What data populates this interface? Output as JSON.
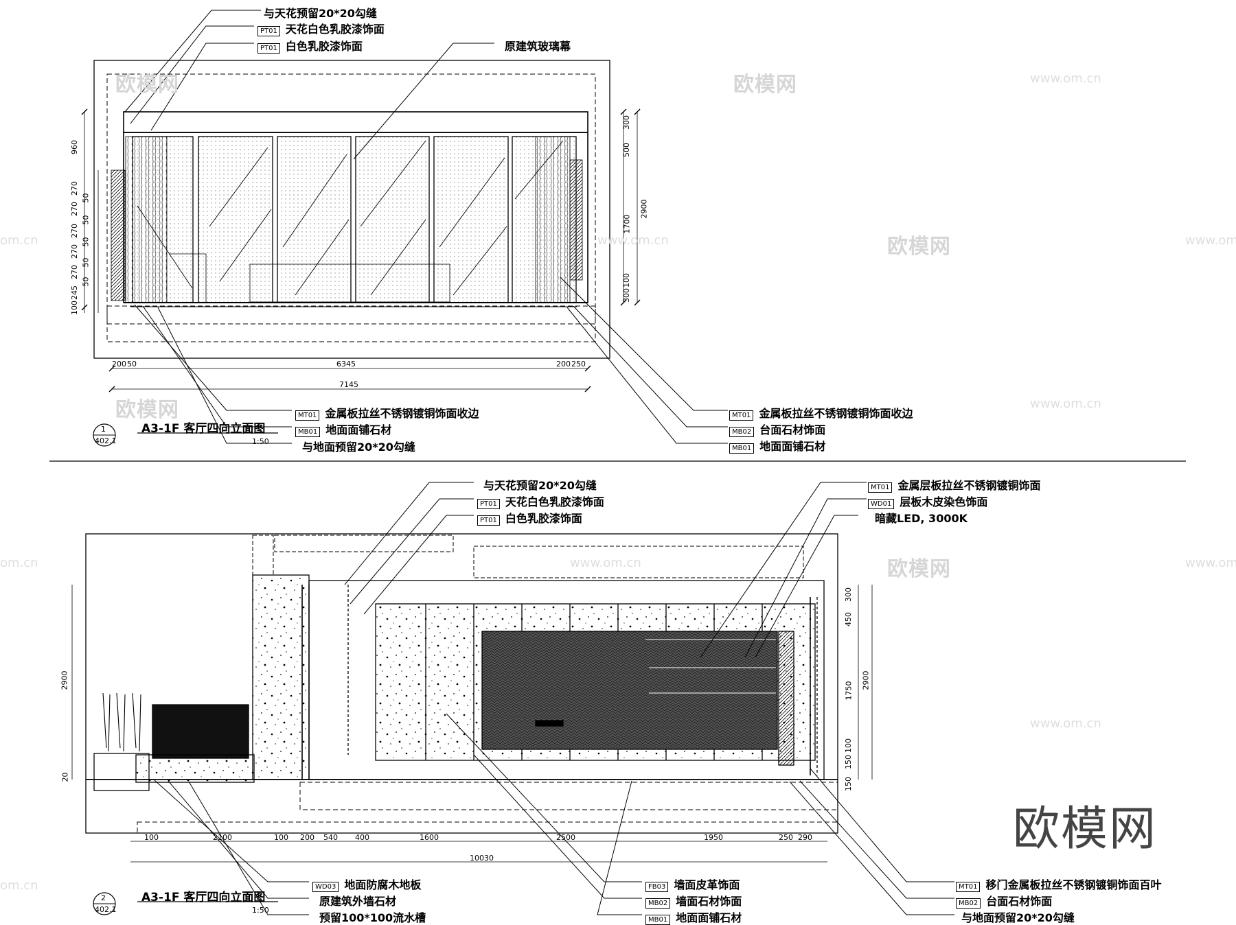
{
  "drawing_1": {
    "leaders_top": [
      {
        "tag": "",
        "text": "与天花预留20*20勾缝"
      },
      {
        "tag": "PT01",
        "text": "天花白色乳胶漆饰面"
      },
      {
        "tag": "PT01",
        "text": "白色乳胶漆饰面"
      }
    ],
    "glass_label": "原建筑玻璃幕",
    "leaders_bottom_left": [
      {
        "tag": "MT01",
        "text": "金属板拉丝不锈钢镀铜饰面收边"
      },
      {
        "tag": "MB01",
        "text": "地面面铺石材"
      },
      {
        "tag": "",
        "text": "与地面预留20*20勾缝"
      }
    ],
    "leaders_bottom_right": [
      {
        "tag": "MT01",
        "text": "金属板拉丝不锈钢镀铜饰面收边"
      },
      {
        "tag": "MB02",
        "text": "台面石材饰面"
      },
      {
        "tag": "MB01",
        "text": "地面面铺石材"
      }
    ],
    "left_dims": [
      "960",
      "270",
      "50",
      "270",
      "50",
      "270",
      "50",
      "270",
      "50",
      "270",
      "50",
      "245",
      "100"
    ],
    "right_dims": [
      "300",
      "500",
      "1700",
      "100",
      "300"
    ],
    "height_total": "2900",
    "bottom_dims": [
      "200",
      "50",
      "6345",
      "200",
      "250"
    ],
    "width_total": "7145",
    "title": "A3-1F 客厅四向立面图",
    "number": "1",
    "sheet": "402.1",
    "scale": "1:50"
  },
  "drawing_2": {
    "leaders_top_left": [
      {
        "tag": "",
        "text": "与天花预留20*20勾缝"
      },
      {
        "tag": "PT01",
        "text": "天花白色乳胶漆饰面"
      },
      {
        "tag": "PT01",
        "text": "白色乳胶漆饰面"
      }
    ],
    "leaders_top_right": [
      {
        "tag": "MT01",
        "text": "金属层板拉丝不锈钢镀铜饰面"
      },
      {
        "tag": "WD01",
        "text": "层板木皮染色饰面"
      },
      {
        "tag": "",
        "text": "暗藏LED, 3000K"
      }
    ],
    "leaders_bottom_left": [
      {
        "tag": "WD03",
        "text": "地面防腐木地板"
      },
      {
        "tag": "",
        "text": "原建筑外墙石材"
      },
      {
        "tag": "",
        "text": "预留100*100流水槽"
      }
    ],
    "leaders_bottom_mid": [
      {
        "tag": "FB03",
        "text": "墙面皮革饰面"
      },
      {
        "tag": "MB02",
        "text": "墙面石材饰面"
      },
      {
        "tag": "MB01",
        "text": "地面面铺石材"
      }
    ],
    "leaders_bottom_right": [
      {
        "tag": "MT01",
        "text": "移门金属板拉丝不锈钢镀铜饰面百叶"
      },
      {
        "tag": "MB02",
        "text": "台面石材饰面"
      },
      {
        "tag": "",
        "text": "与地面预留20*20勾缝"
      }
    ],
    "left_dims": [
      "2900",
      "20"
    ],
    "right_dims": [
      "300",
      "450",
      "1750",
      "100",
      "150",
      "150"
    ],
    "height_total": "2900",
    "bottom_dims": [
      "100",
      "2100",
      "100",
      "200",
      "540",
      "400",
      "1600",
      "2500",
      "1950",
      "250",
      "290"
    ],
    "width_total": "10030",
    "title": "A3-1F 客厅四向立面图",
    "number": "2",
    "sheet": "402.1",
    "scale": "1:50"
  },
  "watermark": {
    "text": "欧模网",
    "url": "www.om.cn",
    "url_partial": "om.cn",
    "brand": "欧模网"
  }
}
